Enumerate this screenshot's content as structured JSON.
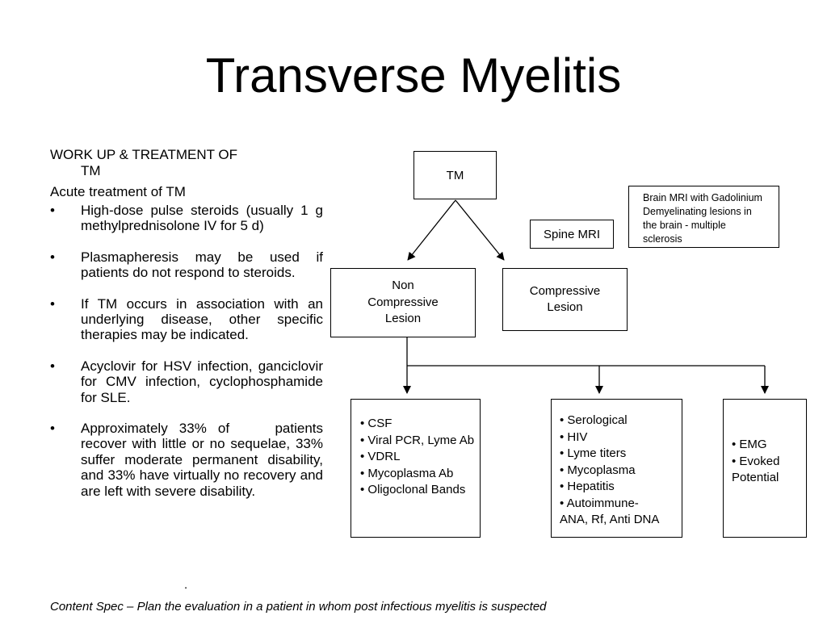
{
  "title": "Transverse Myelitis",
  "left": {
    "heading_line1": "WORK UP & TREATMENT OF",
    "heading_line2": "TM",
    "subheading": "Acute treatment of TM",
    "bullets": [
      "High-dose pulse steroids (usually 1 g methylprednisolone IV for 5 d)",
      "Plasmapheresis may be used if patients do not respond to steroids.",
      "If TM occurs in association with an underlying disease, other specific therapies may be indicated.",
      "Acyclovir for HSV infection, ganciclovir for CMV infection, cyclophosphamide for SLE.",
      "Approximately 33% of    patients recover with little or no sequelae, 33% suffer moderate permanent disability, and 33% have virtually no recovery and are left with severe disability."
    ],
    "trailing_mark": "."
  },
  "diagram": {
    "tm": "TM",
    "spine_mri": "Spine MRI",
    "brain_mri": [
      "Brain MRI with Gadolinium",
      "Demyelinating lesions in",
      "the brain -  multiple",
      "sclerosis"
    ],
    "non_compressive": [
      "Non",
      "Compressive",
      "Lesion"
    ],
    "compressive": [
      "Compressive",
      "Lesion"
    ],
    "csf_box": [
      "• CSF",
      "• Viral PCR, Lyme Ab",
      "• VDRL",
      "• Mycoplasma Ab",
      "• Oligoclonal Bands"
    ],
    "serology_box": [
      "• Serological",
      "• HIV",
      "• Lyme titers",
      "• Mycoplasma",
      "• Hepatitis",
      "• Autoimmune-",
      "ANA, Rf, Anti DNA"
    ],
    "emg_box": [
      "• EMG",
      "• Evoked",
      "Potential"
    ]
  },
  "footer": "Content Spec – Plan the evaluation in a patient in whom post infectious myelitis is suspected"
}
